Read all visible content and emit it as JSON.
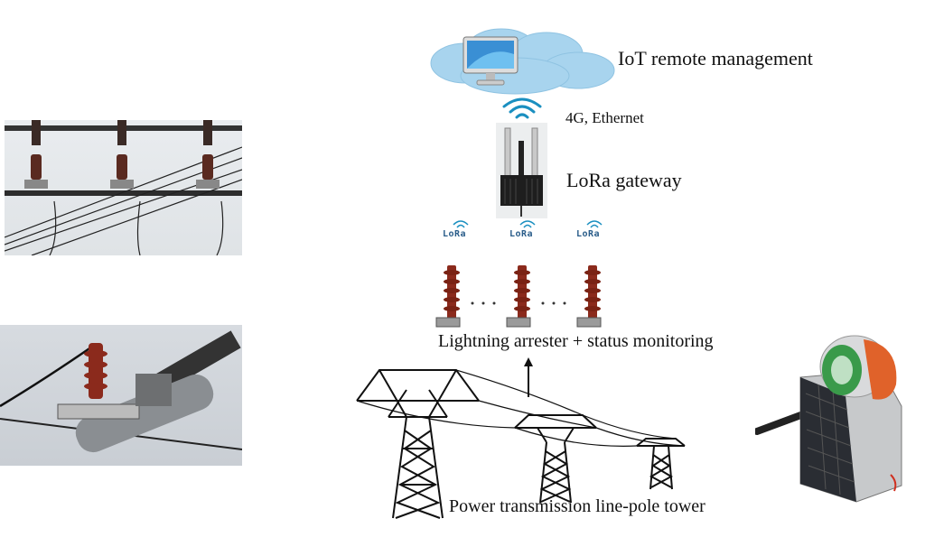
{
  "labels": {
    "cloud": "IoT remote management",
    "network": "4G, Ethernet",
    "gateway": "LoRa gateway",
    "arrester": "Lightning arrester + status monitoring",
    "tower": "Power transmission line-pole tower"
  },
  "lora_badges": [
    "LoRa",
    "LoRa",
    "LoRa"
  ],
  "colors": {
    "cloud": "#a8d4ee",
    "arrester": "#8b2a1c",
    "wifi": "#1a8fc0",
    "device_orange": "#e0622a",
    "device_green": "#3a9a4a"
  }
}
